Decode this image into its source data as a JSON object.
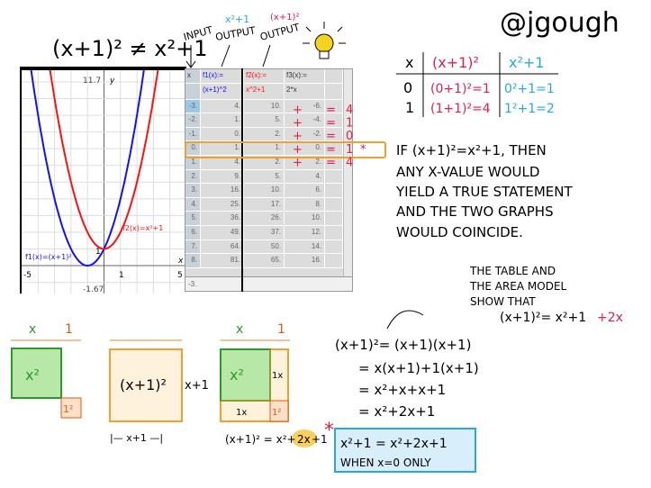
{
  "title": "(x+1)² ≠ x²+1",
  "author": "@jgough",
  "annotations": {
    "input": "INPUT",
    "output1_expr": "x²+1",
    "output1": "OUTPUT",
    "output2_expr": "(x+1)²",
    "output2": "OUTPUT"
  },
  "graph": {
    "ymax_label": "11.7",
    "ymin_label": "-1.67",
    "xmin_label": "-5",
    "xmax_label": "5",
    "x_one": "1",
    "y_one": "1",
    "x_axis": "x",
    "y_axis": "y",
    "f1_label": "f1(x)=(x+1)²",
    "f2_label": "f2(x)=x²+1",
    "colors": {
      "f1": "#1010ff",
      "f2": "#ff1010"
    }
  },
  "calc": {
    "headers": [
      "x",
      "f1(x):=",
      "f2(x):=",
      "f3(x):="
    ],
    "formulas": [
      "",
      "(x+1)^2",
      "x^2+1",
      "2*x"
    ],
    "rows": [
      [
        "-3.",
        "4.",
        "10.",
        "-6."
      ],
      [
        "-2.",
        "1.",
        "5.",
        "-4."
      ],
      [
        "-1.",
        "0.",
        "2.",
        "-2."
      ],
      [
        "0.",
        "1.",
        "1.",
        "0."
      ],
      [
        "1.",
        "4.",
        "2.",
        "2."
      ],
      [
        "2.",
        "9.",
        "5.",
        "4."
      ],
      [
        "3.",
        "16.",
        "10.",
        "6."
      ],
      [
        "4.",
        "25.",
        "17.",
        "8."
      ],
      [
        "5.",
        "36.",
        "26.",
        "10."
      ],
      [
        "6.",
        "49.",
        "37.",
        "12."
      ],
      [
        "7.",
        "64.",
        "50.",
        "14."
      ],
      [
        "8.",
        "81.",
        "65.",
        "16."
      ]
    ],
    "entry": "-3.",
    "handwritten_sums": [
      "+",
      "=",
      "4",
      "+",
      "=",
      "1",
      "+",
      "=",
      "0",
      "+",
      "=",
      "1",
      "*",
      "+",
      "=",
      "4"
    ]
  },
  "small_table": {
    "headers": [
      "x",
      "(x+1)²",
      "x²+1"
    ],
    "rows": [
      [
        "0",
        "(0+1)²=1",
        "0²+1=1"
      ],
      [
        "1",
        "(1+1)²=4",
        "1²+1=2"
      ]
    ]
  },
  "statement": [
    "IF (x+1)²=x²+1, THEN",
    "ANY X-VALUE WOULD",
    "YIELD A TRUE STATEMENT",
    "AND THE TWO GRAPHS",
    "WOULD COINCIDE."
  ],
  "conclusion": {
    "lines": [
      "THE TABLE AND",
      "THE AREA MODEL",
      "SHOW THAT"
    ],
    "eq": "(x+1)²= x²+1",
    "extra": "+2x"
  },
  "area": {
    "x": "x",
    "one": "1",
    "x2": "x²",
    "one2": "1²",
    "whole": "(x+1)²",
    "side": "x+1",
    "bottom": "|— x+1 —|",
    "onex": "1x",
    "eq": "(x+1)² = x²+",
    "eq_extra": "2x",
    "eq_end": "+1"
  },
  "algebra": [
    "(x+1)²= (x+1)(x+1)",
    "= x(x+1)+1(x+1)",
    "= x²+x+x+1",
    "= x²+2x+1"
  ],
  "box": {
    "line1": "x²+1 = x²+2x+1",
    "line2": "WHEN x=0 ONLY",
    "star": "*"
  }
}
